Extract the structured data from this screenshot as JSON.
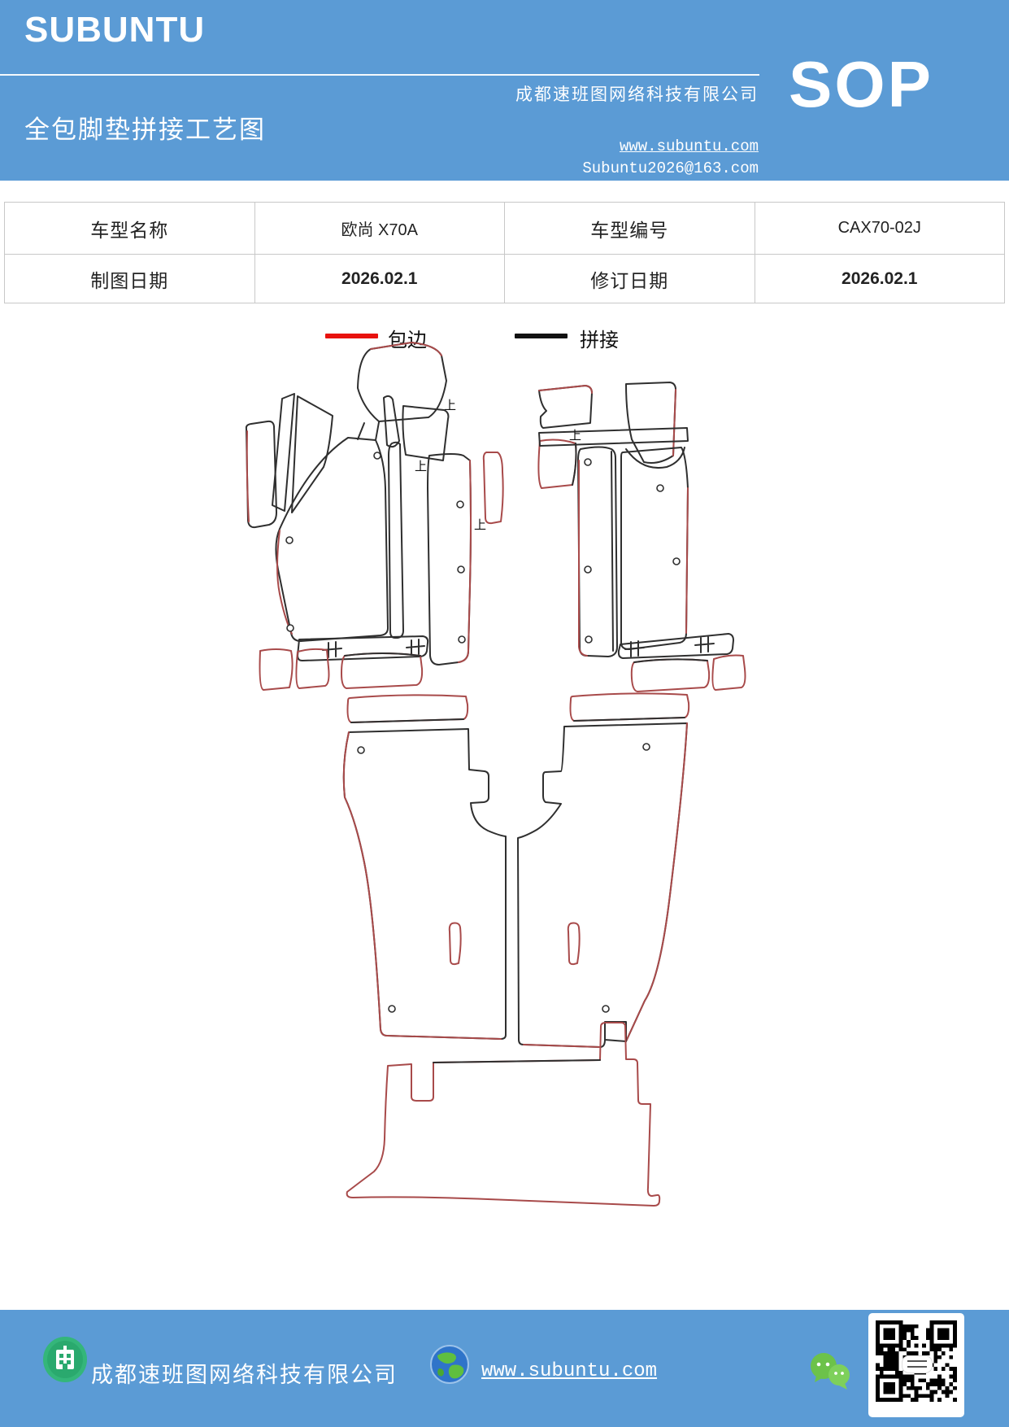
{
  "header": {
    "logo": "SUBUNTU",
    "company": "成都速班图网络科技有限公司",
    "sop_badge": "SOP",
    "title": "全包脚垫拼接工艺图",
    "website": "www.subuntu.com",
    "email": "Subuntu2026@163.com"
  },
  "info_table": {
    "rows": [
      {
        "cells": [
          "车型名称",
          "欧尚 X70A",
          "车型编号",
          "CAX70-02J"
        ]
      },
      {
        "cells": [
          "制图日期",
          "2026.02.1",
          "修订日期",
          "2026.02.1"
        ]
      }
    ]
  },
  "legend": {
    "items": [
      {
        "label": "包边",
        "color": "#e8120e"
      },
      {
        "label": "拼接",
        "color": "#111111"
      }
    ]
  },
  "diagram": {
    "orientation_mark": "上",
    "description": "全包围脚垫裁片拼接示意：前排左右脚垫、后排左右脚垫、中间通道条与后备箱垫",
    "line_meaning": {
      "red": "包边",
      "black": "拼接"
    }
  },
  "footer": {
    "company": "成都速班图网络科技有限公司",
    "website": "www.subuntu.com"
  },
  "colors": {
    "header_blue": "#5b9bd5",
    "edge_red": "#a84a4a",
    "splice_black": "#2f2f2f",
    "legend_red": "#e8120e",
    "legend_black": "#111111",
    "table_border": "#c8c8c8",
    "wechat_green": "#6cc24a",
    "building_green": "#2eb87a"
  }
}
